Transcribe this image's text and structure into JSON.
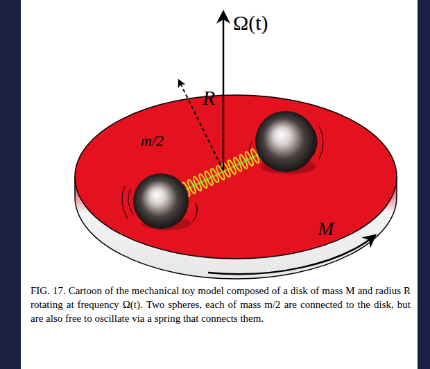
{
  "diagram": {
    "caption": "FIG. 17. Cartoon of the mechanical toy model composed of a disk of mass M and radius R rotating at frequency Ω(t). Two spheres, each of mass m/2 are connected to the disk, but are also free to oscillate via a spring that connects them.",
    "labels": [
      "Ω(t)",
      "R",
      "m/2",
      "M"
    ]
  }
}
